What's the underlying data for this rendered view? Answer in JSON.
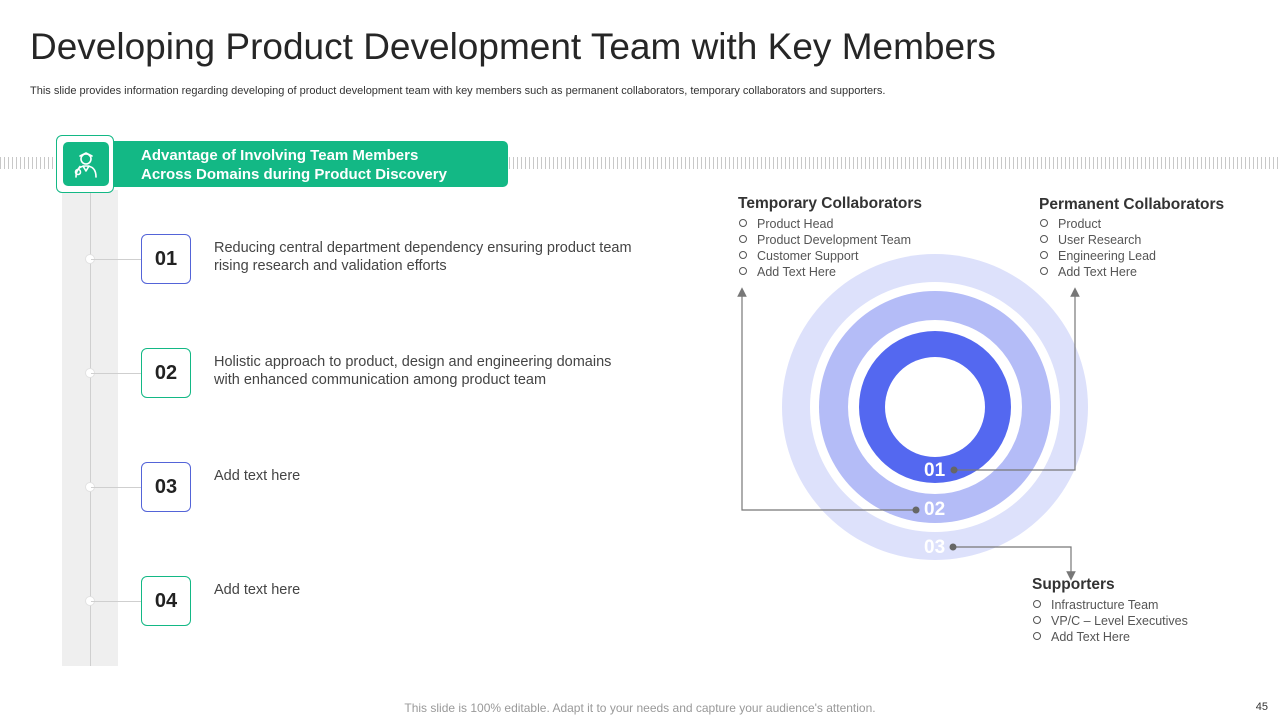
{
  "slide": {
    "title": "Developing Product Development Team with Key Members",
    "subtitle": "This slide provides information regarding developing of product development team with key members such as permanent collaborators, temporary collaborators and supporters.",
    "header": {
      "line1": "Advantage of Involving Team Members",
      "line2": "Across  Domains during Product Discovery",
      "icon": "team-member-icon"
    },
    "items": [
      {
        "number": "01",
        "text": "Reducing central department dependency ensuring product team rising research and validation efforts"
      },
      {
        "number": "02",
        "text": "Holistic approach to product, design and engineering domains with enhanced communication among product team"
      },
      {
        "number": "03",
        "text": "Add text here"
      },
      {
        "number": "04",
        "text": "Add text here"
      }
    ],
    "diagram": {
      "ring_numbers": [
        "01",
        "02",
        "03"
      ],
      "temporary": {
        "title": "Temporary Collaborators",
        "items": [
          "Product Head",
          "Product Development  Team",
          "Customer Support",
          "Add Text Here"
        ]
      },
      "permanent": {
        "title": "Permanent Collaborators",
        "items": [
          "Product",
          "User Research",
          "Engineering  Lead",
          "Add Text Here"
        ]
      },
      "supporters": {
        "title": "Supporters",
        "items": [
          "Infrastructure  Team",
          "VP/C – Level  Executives",
          "Add Text Here"
        ]
      }
    },
    "footer": "This slide is 100% editable. Adapt it to your needs and capture your audience's attention.",
    "page_number": "45",
    "colors": {
      "accent_green": "#13b885",
      "ring_inner": "#5468f0",
      "ring_middle": "#b4bcf7",
      "ring_outer": "#dde1fb",
      "num_border_blue": "#5464d8"
    }
  }
}
